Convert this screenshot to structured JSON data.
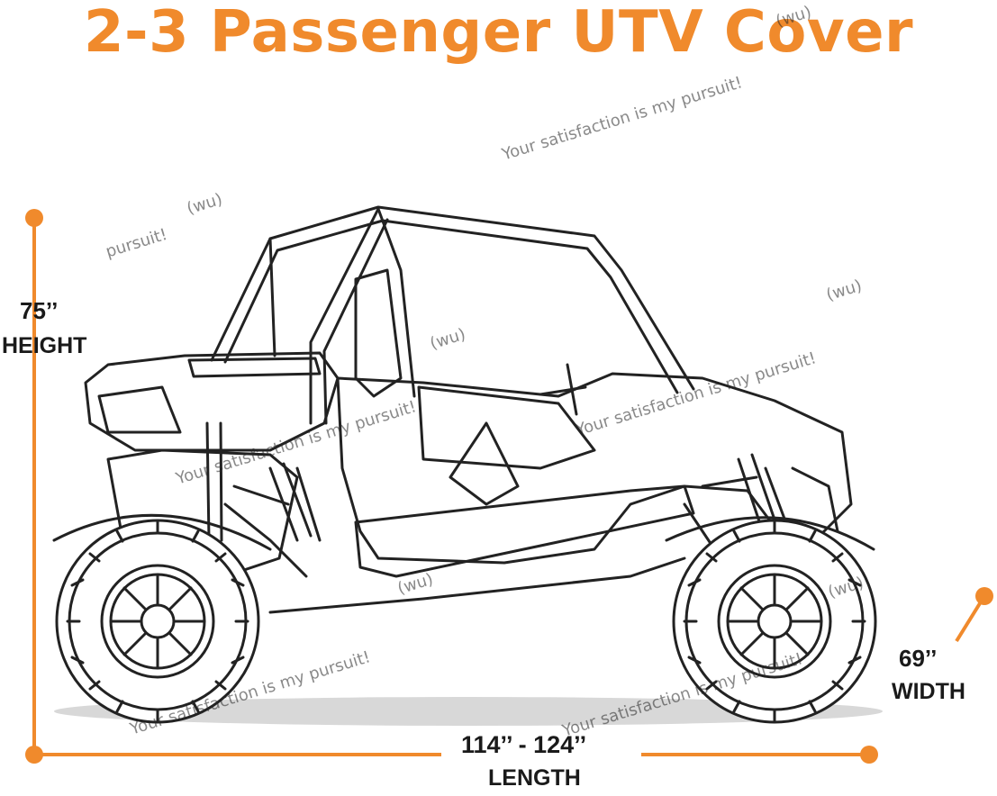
{
  "title": "2-3 Passenger UTV Cover",
  "colors": {
    "accent": "#f08a2c",
    "text": "#1a1a1a",
    "line": "#222222"
  },
  "dimensions": {
    "height": {
      "value": "75’’",
      "label": "HEIGHT"
    },
    "width": {
      "value": "69’’",
      "label": "WIDTH"
    },
    "length": {
      "value": "114’’  -  124’’",
      "label": "LENGTH"
    }
  },
  "watermarks": {
    "full": "Your satisfaction is my pursuit!",
    "short": "pursuit!",
    "tag": "(wu)",
    "fragment": "Your satisfaction is my pursuit!"
  },
  "illustration": {
    "icon": "utv-side-view-icon"
  }
}
